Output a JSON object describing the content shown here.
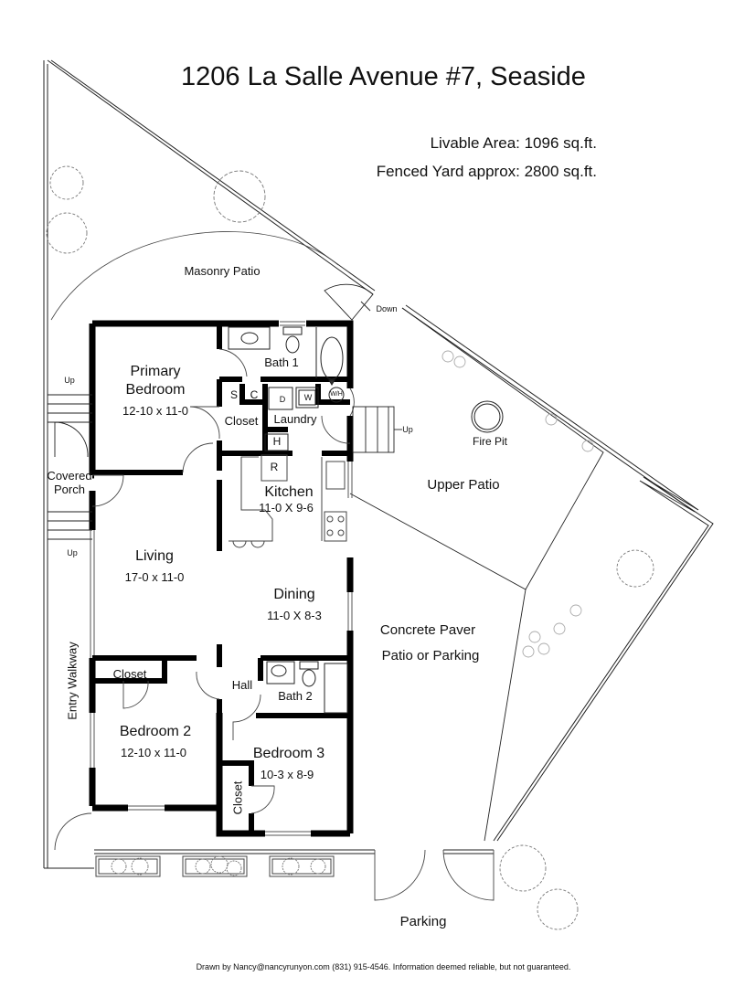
{
  "header": {
    "title": "1206 La Salle Avenue #7, Seaside",
    "livable_area": "Livable Area:  1096 sq.ft.",
    "fenced_yard": "Fenced Yard approx:  2800 sq.ft."
  },
  "rooms": {
    "primary_bedroom": {
      "name_line1": "Primary",
      "name_line2": "Bedroom",
      "dims": "12-10 x 11-0"
    },
    "bath1": {
      "name": "Bath 1"
    },
    "closet_primary": {
      "name": "Closet"
    },
    "shelf_s": {
      "name": "S"
    },
    "shelf_c": {
      "name": "C"
    },
    "laundry": {
      "name": "Laundry",
      "dryer": "D",
      "washer": "W",
      "water_heater": "W/H"
    },
    "hvac": {
      "name": "H"
    },
    "kitchen": {
      "name": "Kitchen",
      "dims": "11-0 X 9-6",
      "fridge": "R"
    },
    "living": {
      "name": "Living",
      "dims": "17-0 x 11-0"
    },
    "dining": {
      "name": "Dining",
      "dims": "11-0 X 8-3"
    },
    "hall": {
      "name": "Hall"
    },
    "bath2": {
      "name": "Bath 2"
    },
    "closet_bed2": {
      "name": "Closet"
    },
    "bedroom2": {
      "name": "Bedroom 2",
      "dims": "12-10 x 11-0"
    },
    "bedroom3": {
      "name": "Bedroom 3",
      "dims": "10-3 x 8-9"
    },
    "closet_bed3": {
      "name": "Closet"
    },
    "covered_porch": {
      "line1": "Covered",
      "line2": "Porch"
    }
  },
  "yard": {
    "masonry_patio": "Masonry Patio",
    "upper_patio": "Upper Patio",
    "fire_pit": "Fire Pit",
    "concrete_paver_line1": "Concrete Paver",
    "concrete_paver_line2": "Patio or Parking",
    "entry_walkway": "Entry Walkway",
    "parking": "Parking"
  },
  "stairs": {
    "down_label": "Down",
    "up_porch_top": "Up",
    "up_porch_bottom": "Up",
    "up_laundry": "Up"
  },
  "footer": {
    "credit": "Drawn by Nancy@nancyrunyon.com (831) 915-4546.  Information deemed reliable, but not guaranteed."
  },
  "colors": {
    "wall": "#000000",
    "line": "#222222",
    "plant": "#777777",
    "background": "#ffffff"
  }
}
